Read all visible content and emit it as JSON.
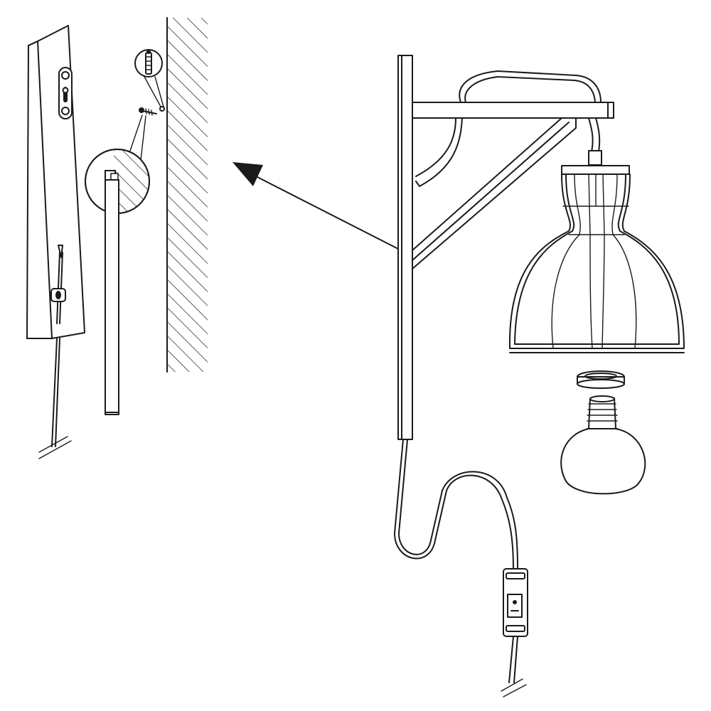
{
  "diagram": {
    "type": "assembly-instruction",
    "parts": [
      {
        "id": "mounting-board",
        "icon": "wooden-board-icon"
      },
      {
        "id": "screw",
        "icon": "screw-icon"
      },
      {
        "id": "wall-plug",
        "icon": "wall-plug-icon"
      },
      {
        "id": "wall",
        "icon": "hatched-wall-icon"
      },
      {
        "id": "lamp-body",
        "icon": "wall-lamp-icon"
      },
      {
        "id": "cage-shade",
        "icon": "cage-shade-icon"
      },
      {
        "id": "shade-ring",
        "icon": "ring-nut-icon"
      },
      {
        "id": "bulb",
        "icon": "globe-bulb-icon"
      },
      {
        "id": "inline-switch",
        "icon": "rocker-switch-icon"
      }
    ],
    "colors": {
      "line": "#1a1a1a",
      "background": "#ffffff"
    }
  }
}
